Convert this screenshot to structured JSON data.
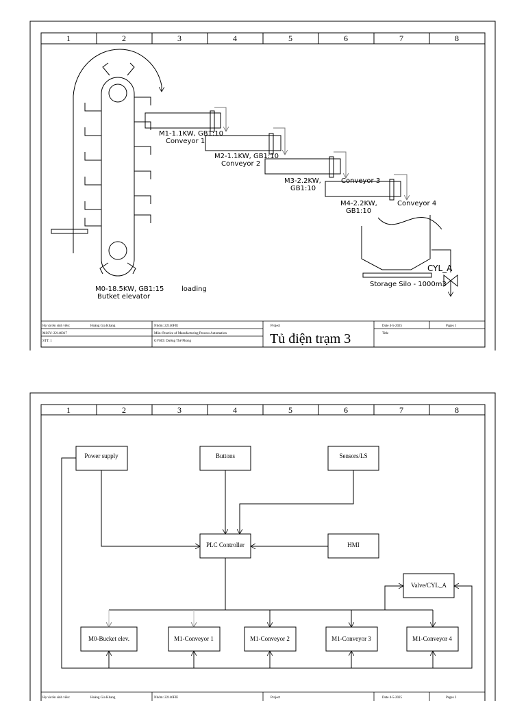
{
  "grid_columns": [
    "1",
    "2",
    "3",
    "4",
    "5",
    "6",
    "7",
    "8"
  ],
  "sheet1": {
    "labels": {
      "m1": "M1-1.1KW, GB1:10",
      "conv1": "Conveyor 1",
      "m2": "M2-1.1KW, GB1:10",
      "conv2": "Conveyor 2",
      "m3a": "M3-2.2KW,",
      "m3b": "GB1:10",
      "conv3": "Conveyor 3",
      "m4a": "M4-2.2KW,",
      "m4b": "GB1:10",
      "conv4": "Conveyor 4",
      "cyl": "CYL_A",
      "silo": "Storage Silo - 1000m3",
      "m0": "M0-18.5KW, GB1:15",
      "elevator": "Butket elevator",
      "loading": "loading"
    },
    "title_block": {
      "student_label": "Họ và tên sinh viên:",
      "student_name": "Hoàng Gia Khang",
      "group": "Nhóm:  22146FIE",
      "project_label": "Project",
      "date": "Date   4-5-2025",
      "pages": "Pages   1",
      "mssv": "MSSV:  22146017",
      "subject": "Môn: Practice of Manufacturing Process Automation",
      "title_label": "Title",
      "stt": "STT:  1",
      "gvhd": "GVHD: Dương Thế Phong",
      "title": "Tủ điện trạm 3"
    }
  },
  "sheet2": {
    "blocks": {
      "power": "Power supply",
      "buttons": "Buttons",
      "sensors": "Sensors/LS",
      "plc": "PLC Controller",
      "hmi": "HMI",
      "valve": "Valve/CYL_A",
      "m0": "M0-Bucket elev.",
      "c1": "M1-Conveyor 1",
      "c2": "M1-Conveyor 2",
      "c3": "M1-Conveyor 3",
      "c4": "M1-Conveyor 4"
    },
    "title_block": {
      "student_label": "Họ và tên sinh viên:",
      "student_name": "Hoàng Gia Khang",
      "group": "Nhóm:  22146FIE",
      "project_label": "Project",
      "date": "Date   4-5-2025",
      "pages": "Pages   2"
    }
  }
}
